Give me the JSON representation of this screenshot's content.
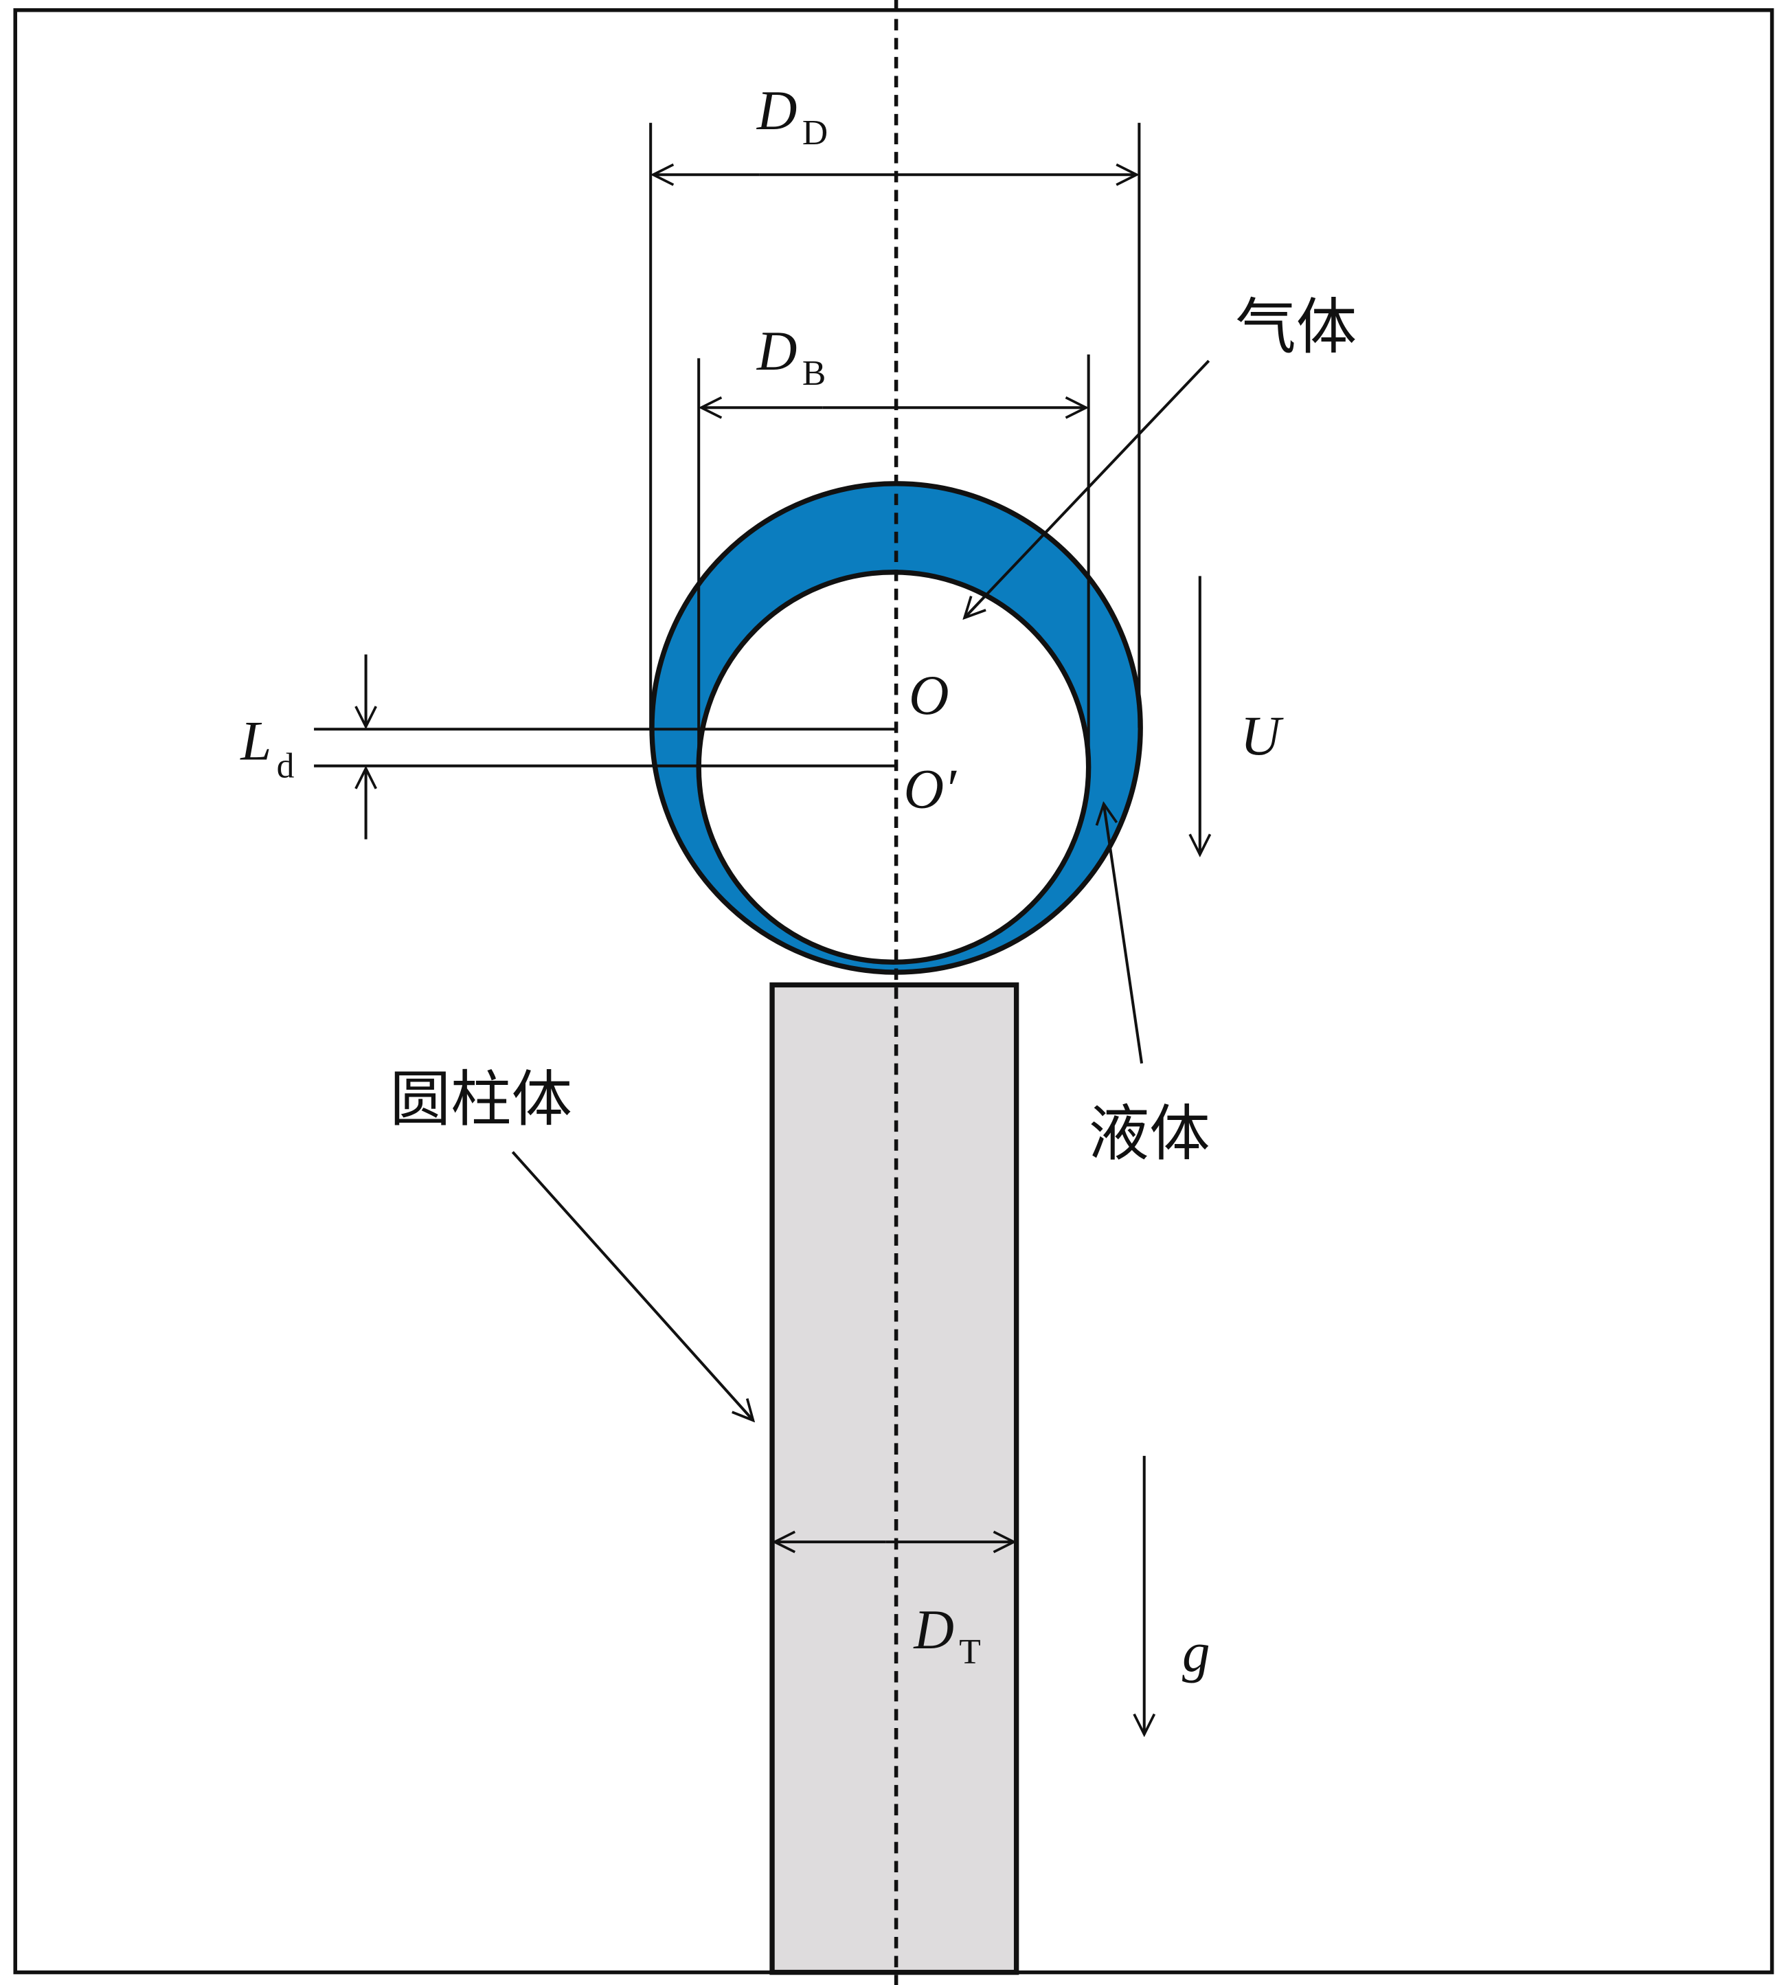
{
  "colors": {
    "liquid": "#0b7dbf",
    "cylinder": "#dedcdd",
    "line": "#111111"
  },
  "labels": {
    "DD_main": "D",
    "DD_sub": "D",
    "DB_main": "D",
    "DB_sub": "B",
    "Ld_main": "L",
    "Ld_sub": "d",
    "O": "O",
    "O_prime": "O′",
    "U": "U",
    "gas": "气体",
    "liquid": "液体",
    "cylinder": "圆柱体",
    "DT_main": "D",
    "DT_sub": "T",
    "g": "g"
  }
}
